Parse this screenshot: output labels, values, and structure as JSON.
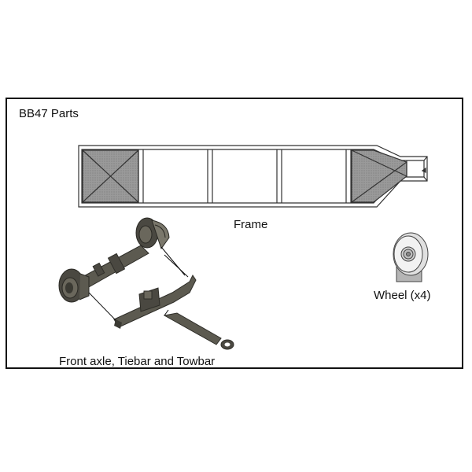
{
  "title": "BB47 Parts",
  "parts": {
    "frame": {
      "label": "Frame"
    },
    "wheel": {
      "label": "Wheel (x4)"
    },
    "axle": {
      "label": "Front axle, Tiebar and Towbar"
    }
  },
  "colors": {
    "border": "#111111",
    "part_fill": "#5c5a50",
    "part_dark": "#3b3a33",
    "hatch_fill": "#9a9a9a",
    "wheel_fill": "#d8d8d8",
    "wheel_base": "#b5b5b5"
  }
}
